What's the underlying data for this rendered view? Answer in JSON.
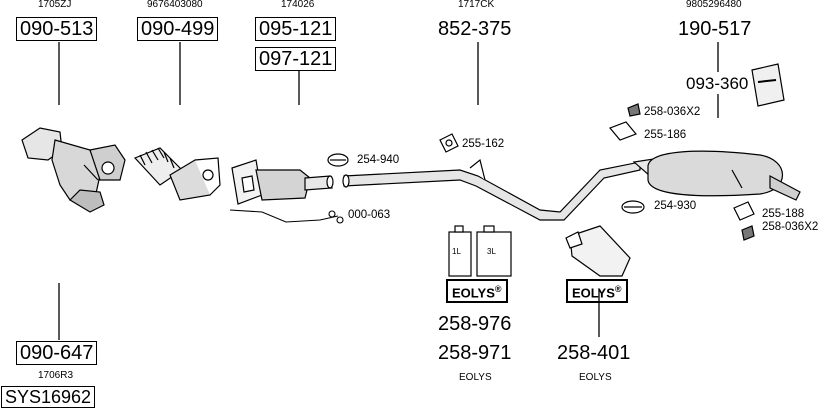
{
  "oe_refs": {
    "r1": "1705ZJ",
    "r2": "9676403080",
    "r3": "174026",
    "r4": "1717CK",
    "r5": "9805296480",
    "r6": "1706R3"
  },
  "parts": {
    "p090_513": "090-513",
    "p090_499": "090-499",
    "p095_121": "095-121",
    "p097_121": "097-121",
    "p852_375": "852-375",
    "p190_517": "190-517",
    "p093_360": "093-360",
    "p090_647": "090-647",
    "p258_976": "258-976",
    "p258_971": "258-971",
    "p258_401": "258-401"
  },
  "small_labels": {
    "l258_036x2_top": "258-036X2",
    "l255_186": "255-186",
    "l255_162": "255-162",
    "l254_940": "254-940",
    "l000_063": "000-063",
    "l254_930": "254-930",
    "l255_188": "255-188",
    "l258_036x2_bottom": "258-036X2"
  },
  "eolys": {
    "badge1": "EOLYS",
    "badge2": "EOLYS",
    "reg": "®",
    "caption1": "EOLYS",
    "caption2": "EOLYS",
    "can1": "1L",
    "can2": "3L"
  },
  "system": {
    "code": "SYS16962"
  }
}
